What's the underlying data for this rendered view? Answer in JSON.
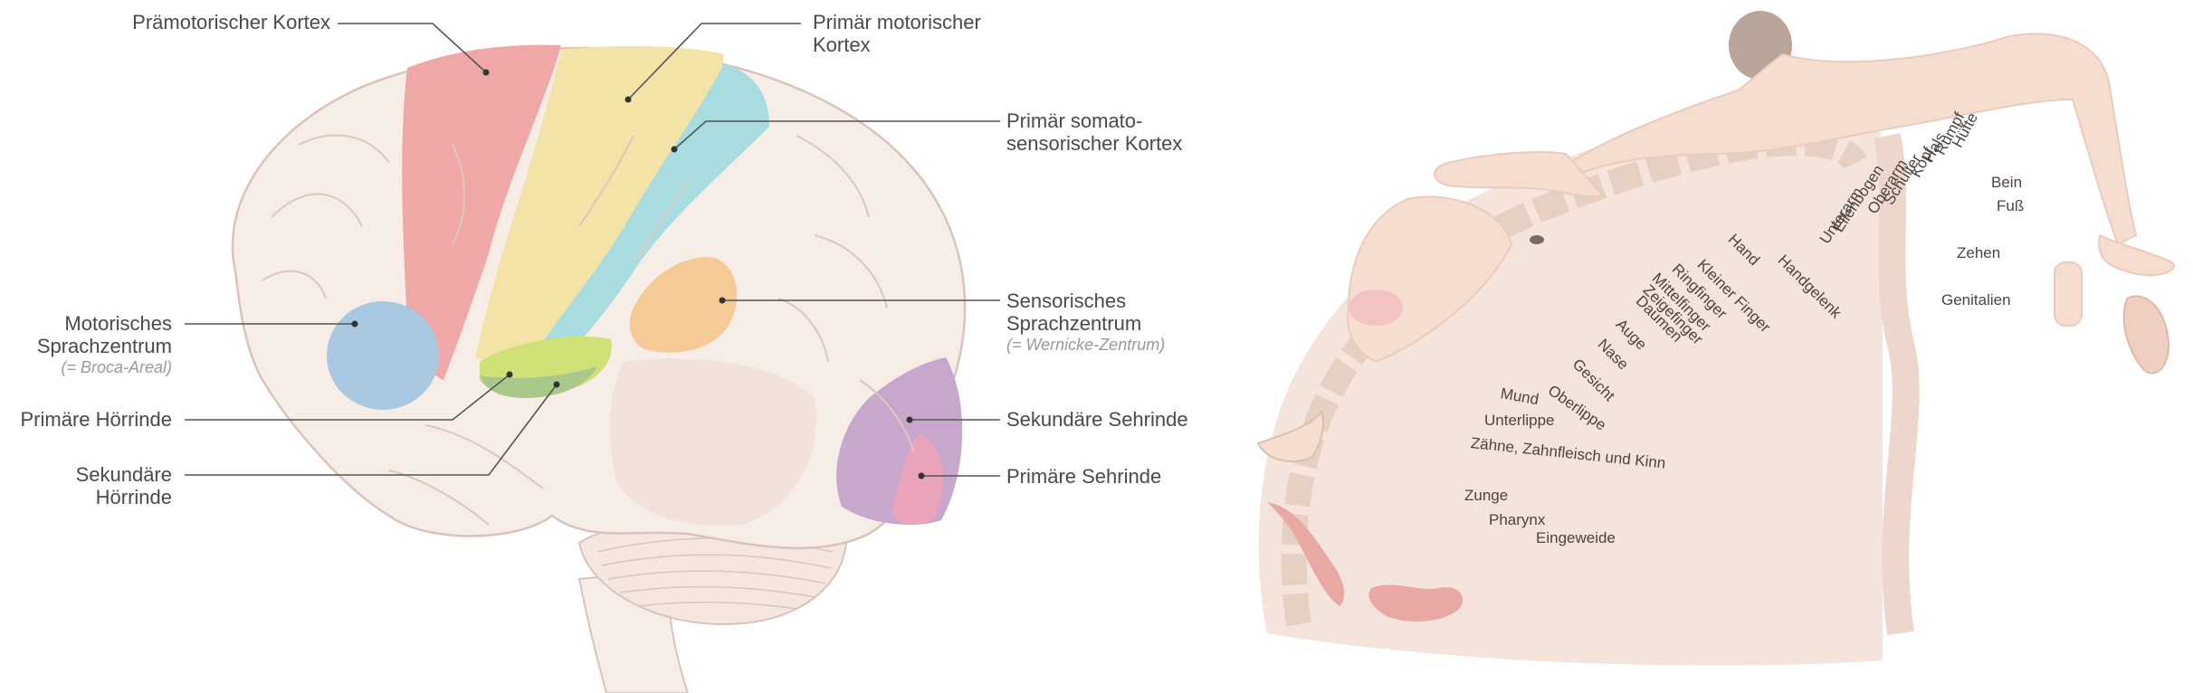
{
  "brain": {
    "labels": {
      "premotor": "Prämotorischer Kortex",
      "primary_motor_line1": "Primär motorischer",
      "primary_motor_line2": "Kortex",
      "somatosensory_line1": "Primär somato-",
      "somatosensory_line2": "sensorischer Kortex",
      "sensory_speech_line1": "Sensorisches",
      "sensory_speech_line2": "Sprachzentrum",
      "sensory_speech_note": "(= Wernicke-Zentrum)",
      "secondary_visual": "Sekundäre Sehrinde",
      "primary_visual": "Primäre Sehrinde",
      "motor_speech_line1": "Motorisches",
      "motor_speech_line2": "Sprachzentrum",
      "motor_speech_note": "(= Broca-Areal)",
      "primary_auditory": "Primäre Hörrinde",
      "secondary_auditory_line1": "Sekundäre",
      "secondary_auditory_line2": "Hörrinde"
    },
    "colors": {
      "brain": "#f7ede7",
      "outline": "#d8c4bb",
      "premotor": "#f0a7a8",
      "motor": "#f4e3a6",
      "somatosensory": "#a9dcdf",
      "broca": "#a9c8e2",
      "wernicke": "#f6ca96",
      "auditory_primary": "#bfd98a",
      "auditory_secondary": "#cfe076",
      "visual_secondary": "#c7a8cc",
      "visual_primary": "#e9a4bb"
    }
  },
  "homunculus": {
    "labels": {
      "huefte": "Hüfte",
      "rumpf": "Rumpf",
      "hals": "Hals",
      "kopf": "Kopf",
      "schulter": "Schulter",
      "oberarm": "Oberarm",
      "ellenbogen": "Ellenbogen",
      "unterarm": "Unterarm",
      "handgelenk": "Handgelenk",
      "hand": "Hand",
      "kleiner_finger": "Kleiner Finger",
      "ringfinger": "Ringfinger",
      "mittelfinger": "Mittelfinger",
      "zeigefinger": "Zeigefinger",
      "daumen": "Daumen",
      "auge": "Auge",
      "nase": "Nase",
      "gesicht": "Gesicht",
      "oberlippe": "Oberlippe",
      "mund": "Mund",
      "unterlippe": "Unterlippe",
      "zaehne": "Zähne, Zahnfleisch und Kinn",
      "zunge": "Zunge",
      "pharynx": "Pharynx",
      "eingeweide": "Eingeweide",
      "bein": "Bein",
      "fuss": "Fuß",
      "zehen": "Zehen",
      "genitalien": "Genitalien"
    },
    "colors": {
      "cortex": "#f4e4dc",
      "cortex_band": "#e9d3c8",
      "skin": "#f5ddd0",
      "tongue": "#e8a9a4"
    }
  }
}
